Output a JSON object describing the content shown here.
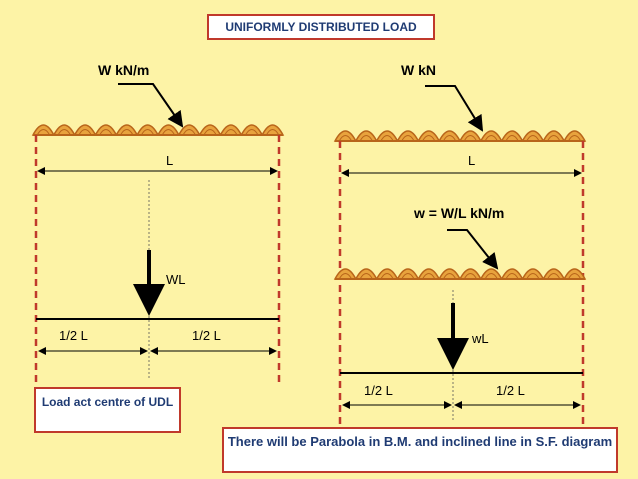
{
  "title": "UNIFORMLY DISTRIBUTED  LOAD",
  "left_diagram": {
    "load_label": "W kN/m",
    "span_label": "L",
    "resultant_label": "WL",
    "half_left": "1/2 L",
    "half_right": "1/2 L"
  },
  "right_diagram": {
    "load_label": "W kN",
    "span_label": "L",
    "intensity_label": "w = W/L kN/m",
    "resultant_label": "wL",
    "half_left": "1/2 L",
    "half_right": "1/2 L"
  },
  "notes": {
    "left": "Load act centre of UDL",
    "bottom": "There will be Parabola in B.M. and inclined line in S.F. diagram"
  },
  "colors": {
    "background": "#fdf3a6",
    "load_fill": "#e8a33d",
    "load_stroke": "#b8651a",
    "dashed_line": "#c0392b",
    "note_text": "#1f3b73"
  }
}
